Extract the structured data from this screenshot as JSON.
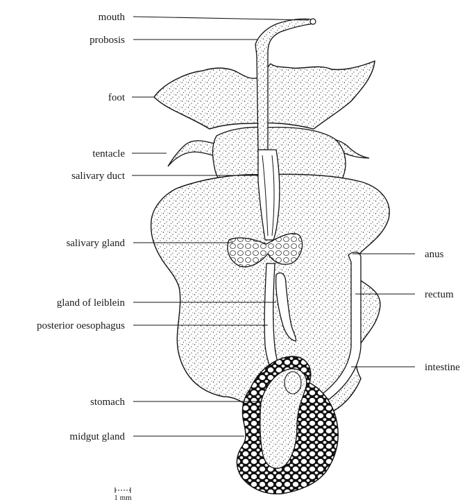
{
  "labels_left": [
    {
      "key": "mouth",
      "text": "mouth"
    },
    {
      "key": "proboscis",
      "text": "probosis"
    },
    {
      "key": "foot",
      "text": "foot"
    },
    {
      "key": "tentacle",
      "text": "tentacle"
    },
    {
      "key": "salivary-duct",
      "text": "salivary duct"
    },
    {
      "key": "salivary-gland",
      "text": "salivary gland"
    },
    {
      "key": "gland-of-leiblein",
      "text": "gland of leiblein"
    },
    {
      "key": "posterior-oesophagus",
      "text": "posterior oesophagus"
    },
    {
      "key": "stomach",
      "text": "stomach"
    },
    {
      "key": "midgut-gland",
      "text": "midgut gland"
    }
  ],
  "labels_right": [
    {
      "key": "anus",
      "text": "anus"
    },
    {
      "key": "rectum",
      "text": "rectum"
    },
    {
      "key": "intestine",
      "text": "intestine"
    }
  ],
  "scale_bar": {
    "text": "1 mm"
  }
}
